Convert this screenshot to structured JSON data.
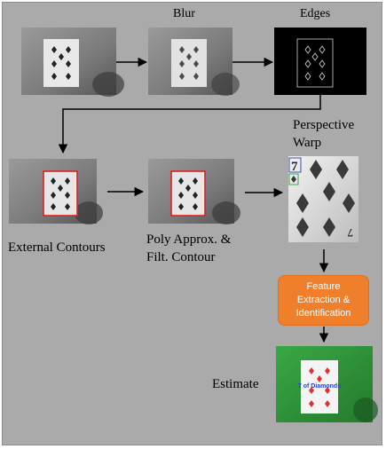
{
  "labels": {
    "blur": "Blur",
    "edges": "Edges",
    "perspective_line1": "Perspective",
    "perspective_line2": "Warp",
    "external": "External Contours",
    "poly_line1": "Poly Approx. &",
    "poly_line2": "Filt. Contour",
    "estimate": "Estimate"
  },
  "feature_box": {
    "line1": "Feature",
    "line2": "Extraction &",
    "line3": "Identification"
  },
  "warp_rank": "7",
  "estimate_overlay": "7 of Diamonds",
  "colors": {
    "panel": "#aaaaaa",
    "contour": "#e02020",
    "feature_box": "#f07f2c",
    "green_table": "#2f9a3a",
    "diamond_red": "#e03030"
  }
}
